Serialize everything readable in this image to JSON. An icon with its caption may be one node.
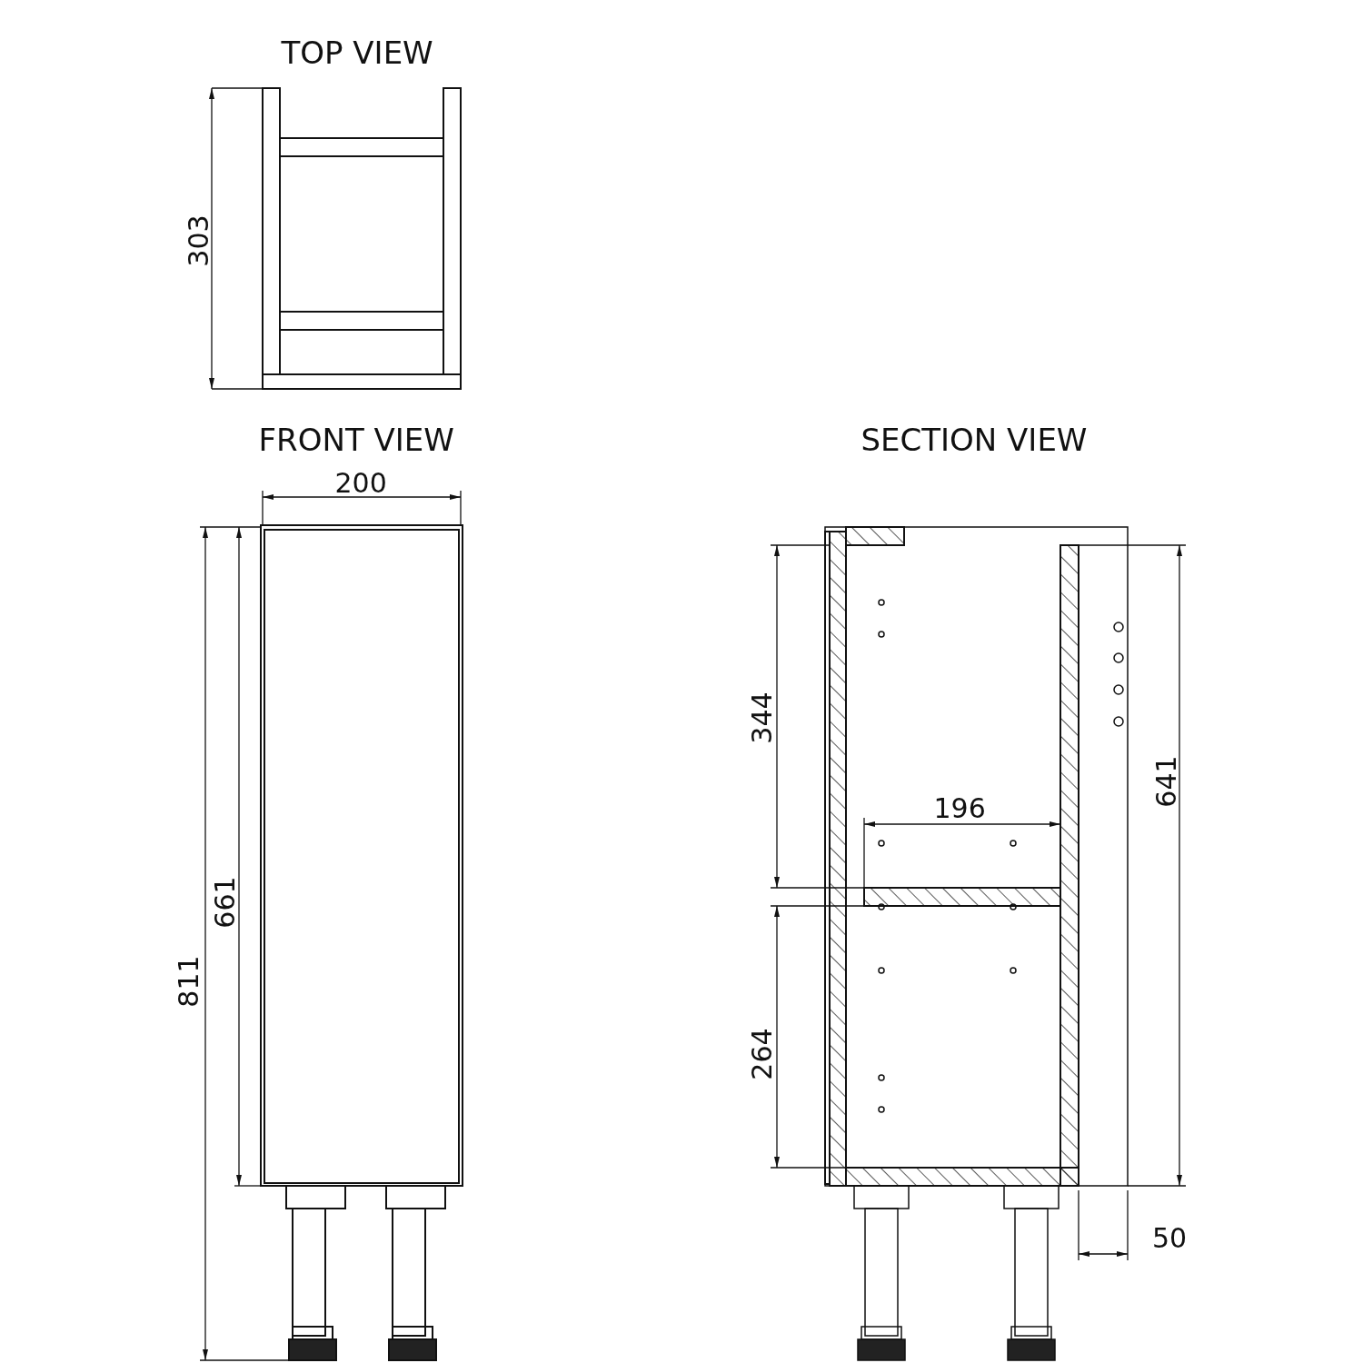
{
  "diagram": {
    "labels": [
      "TOP VIEW",
      "303",
      "FRONT VIEW",
      "SECTION VIEW",
      "200",
      "344",
      "196",
      "641",
      "661",
      "811",
      "264",
      "50"
    ]
  }
}
